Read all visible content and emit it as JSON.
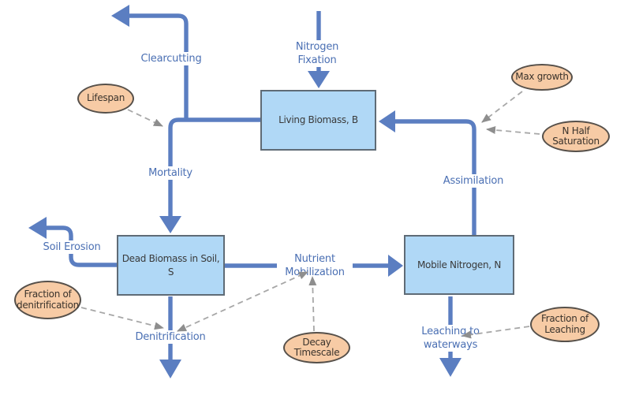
{
  "diagram": {
    "stocks": [
      {
        "name": "living-biomass",
        "label": "Living Biomass, B"
      },
      {
        "name": "dead-biomass",
        "label": "Dead Biomass in Soil,\nS"
      },
      {
        "name": "mobile-nitrogen",
        "label": "Mobile Nitrogen, N"
      }
    ],
    "flows": [
      {
        "name": "nitrogen-fixation",
        "label": "Nitrogen\nFixation"
      },
      {
        "name": "clearcutting",
        "label": "Clearcutting"
      },
      {
        "name": "mortality",
        "label": "Mortality"
      },
      {
        "name": "assimilation",
        "label": "Assimilation"
      },
      {
        "name": "soil-erosion",
        "label": "Soil Erosion"
      },
      {
        "name": "nutrient-mobilization",
        "label": "Nutrient\nMobilization"
      },
      {
        "name": "denitrification",
        "label": "Denitrification"
      },
      {
        "name": "leaching",
        "label": "Leaching to\nwaterways"
      }
    ],
    "converters": [
      {
        "name": "lifespan",
        "label": "Lifespan"
      },
      {
        "name": "max-growth",
        "label": "Max growth"
      },
      {
        "name": "n-half-saturation",
        "label": "N Half\nSaturation"
      },
      {
        "name": "fraction-of-denitrification",
        "label": "Fraction of\ndenitrification"
      },
      {
        "name": "decay-timescale",
        "label": "Decay\nTimescale"
      },
      {
        "name": "fraction-of-leaching",
        "label": "Fraction of\nLeaching"
      }
    ],
    "colors": {
      "stock_fill": "#b0d8f6",
      "stock_border": "#5f6b76",
      "converter_fill": "#f7cba5",
      "converter_border": "#56504a",
      "flow": "#5b7ec1",
      "flow_label_text": "#4a6fb3",
      "link": "#a7a7a7",
      "link_arrow": "#8e8e8e",
      "text": "#3a3a3a",
      "background": "#ffffff"
    }
  }
}
